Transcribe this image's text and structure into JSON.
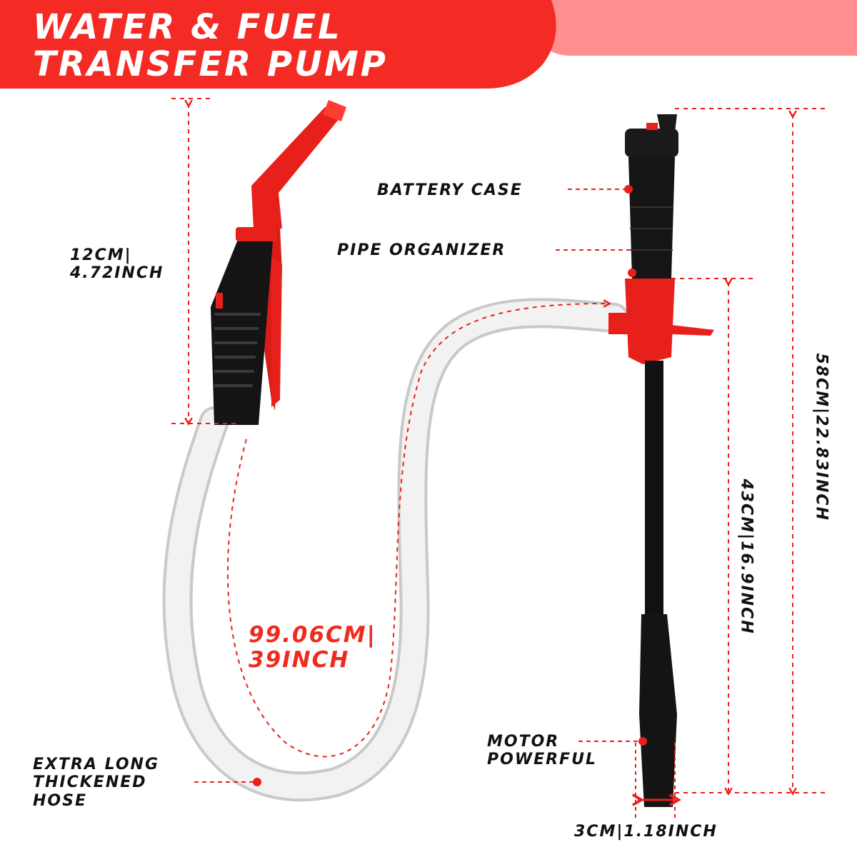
{
  "header": {
    "title_line1": "WATER & FUEL",
    "title_line2": "TRANSFER PUMP",
    "banner_color": "#f42a24",
    "banner_light_color": "#ff8c8c"
  },
  "labels": {
    "nozzle_height": {
      "line1": "12CM|",
      "line2": "4.72INCH"
    },
    "battery_case": "BATTERY CASE",
    "pipe_organizer": "PIPE ORGANIZER",
    "total_length": "58CM|22.83INCH",
    "tube_length": "43CM|16.9INCH",
    "hose_length": {
      "line1": "99.06CM|",
      "line2": "39INCH"
    },
    "motor": {
      "line1": "MOTOR",
      "line2": "POWERFUL"
    },
    "hose": {
      "line1": "EXTRA LONG",
      "line2": "THICKENED",
      "line3": "HOSE"
    },
    "diameter": "3CM|1.18INCH"
  },
  "colors": {
    "accent": "#f42a24",
    "pump_red": "#e8201c",
    "pump_black": "#111111",
    "hose_white": "#eeeeee",
    "dimension_line": "#e8201c"
  }
}
